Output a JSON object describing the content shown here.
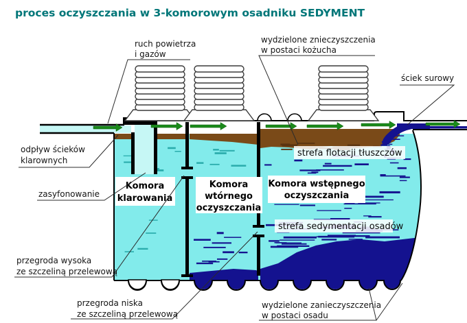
{
  "title": "proces oczyszczania w 3-komorowym osadniku SEDYMENT",
  "labels": {
    "air_movement": {
      "line1": "ruch powietrza",
      "line2": "i gazów"
    },
    "scum_separated": {
      "line1": "wydzielone znieczyszczenia",
      "line2": "w postaci kożucha"
    },
    "raw_sewage": {
      "text": "ściek surowy"
    },
    "clarified_outflow": {
      "line1": "odpływ ścieków",
      "line2": "klarownych"
    },
    "siphoning": {
      "text": "zasyfonowanie"
    },
    "baffle_high": {
      "line1": "przegroda wysoka",
      "line2": "ze szczeliną przelewową"
    },
    "baffle_low": {
      "line1": "przegroda niska",
      "line2": "ze szczeliną przelewową"
    },
    "sludge_separated": {
      "line1": "wydzielone zanieczyszczenia",
      "line2": "w postaci osadu"
    },
    "chamber_clarification": {
      "line1": "Komora",
      "line2": "klarowania"
    },
    "chamber_secondary": {
      "line1": "Komora",
      "line2": "wtórnego",
      "line3": "oczyszczania"
    },
    "chamber_preliminary": {
      "line1": "Komora wstępnego",
      "line2": "oczyszczania"
    },
    "fat_flotation_zone": {
      "text": "strefa flotacji tłuszczów"
    },
    "sediment_zone": {
      "text": "strefa sedymentacji osadów"
    }
  },
  "colors": {
    "c-title": "#007678",
    "c-water": "#82ebeb",
    "c-water-light": "#c6f7f5",
    "c-brown": "#7a4a18",
    "c-navy": "#14128f",
    "c-green": "#1b8a1b",
    "c-dash": "#2aacac"
  }
}
